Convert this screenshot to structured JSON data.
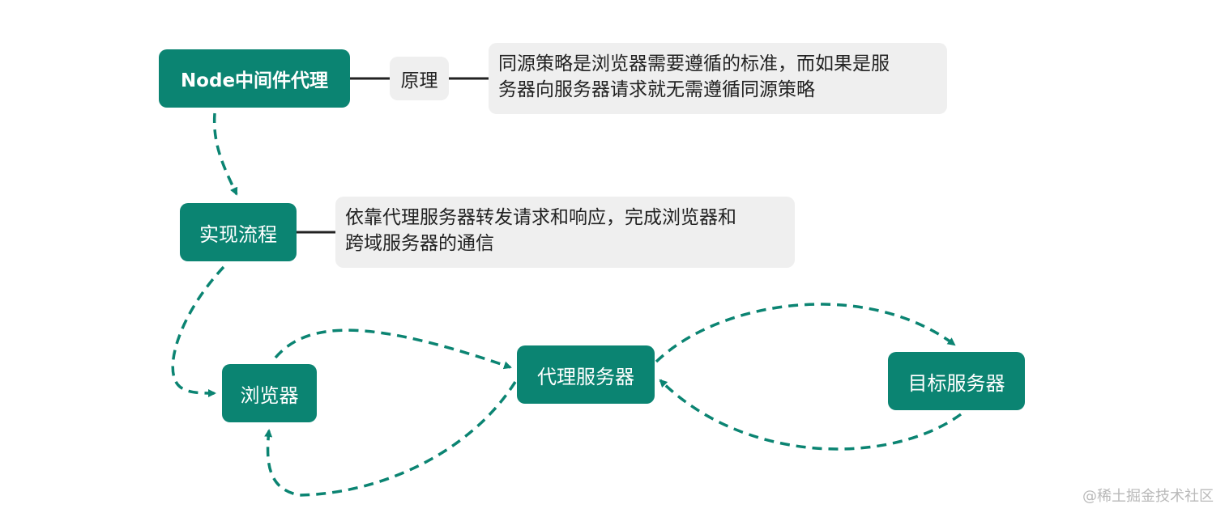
{
  "colors": {
    "node_fill": "#0b8472",
    "node_text": "#ffffff",
    "note_fill": "#efefef",
    "note_text": "#222222",
    "connector_solid": "#222222",
    "connector_dashed": "#0b8472",
    "watermark": "#b9b9b9"
  },
  "nodes": {
    "node_proxy": "Node中间件代理",
    "principle": "原理",
    "principle_note_line1": "同源策略是浏览器需要遵循的标准，而如果是服",
    "principle_note_line2": "务器向服务器请求就无需遵循同源策略",
    "flow": "实现流程",
    "flow_note_line1": "依靠代理服务器转发请求和响应，完成浏览器和",
    "flow_note_line2": "跨域服务器的通信",
    "browser": "浏览器",
    "proxy_server": "代理服务器",
    "target_server": "目标服务器"
  },
  "watermark": "@稀土掘金技术社区"
}
